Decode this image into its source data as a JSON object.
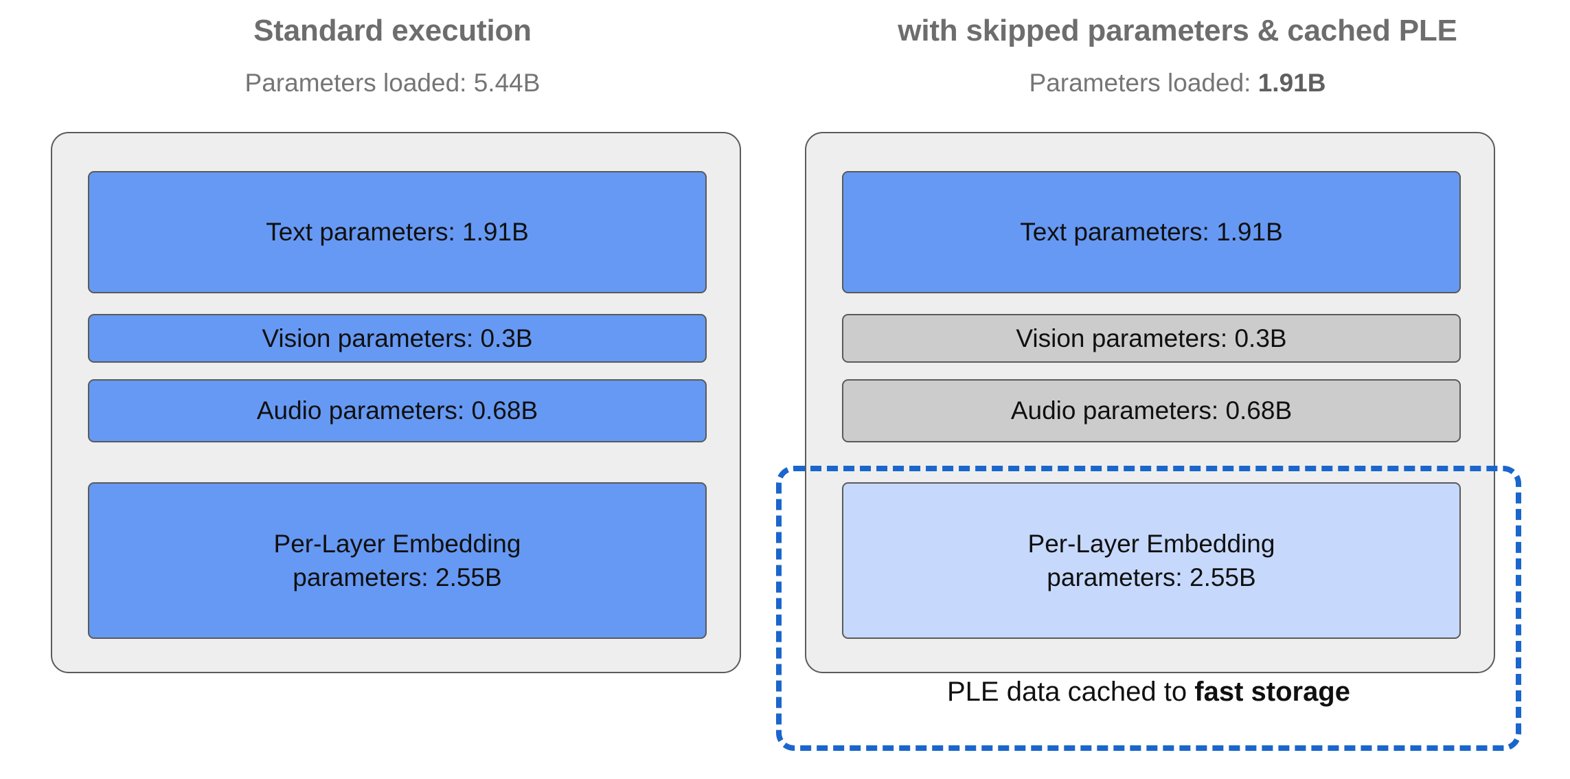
{
  "figure": {
    "caption_bottom": "PLE data cached to fast storage",
    "caption_bottom_prefix": "PLE data cached to ",
    "caption_bottom_strong": "fast storage"
  },
  "colors": {
    "active_block": "#6699f3",
    "skipped_block": "#cccccc",
    "cached_block": "#c6d9fc",
    "card_background": "#eeeeee",
    "card_border": "#5a5a5a",
    "dashed_highlight": "#1a66cc",
    "title_text": "#6d6d6d",
    "subtitle_text": "#757575"
  },
  "panels": [
    {
      "id": "standard-execution",
      "title": "Standard execution",
      "subtitle_prefix": "Parameters loaded: ",
      "subtitle_value": "5.44B",
      "blocks": [
        {
          "id": "text",
          "label": "Text parameters: 1.91B",
          "state": "loaded",
          "value": "1.91B"
        },
        {
          "id": "vision",
          "label": "Vision parameters: 0.3B",
          "state": "loaded",
          "value": "0.3B"
        },
        {
          "id": "audio",
          "label": "Audio parameters: 0.68B",
          "state": "loaded",
          "value": "0.68B"
        },
        {
          "id": "ple",
          "label_line1": "Per-Layer Embedding",
          "label_line2": "parameters: 2.55B",
          "state": "loaded",
          "value": "2.55B"
        }
      ]
    },
    {
      "id": "skipped-and-cached",
      "title": "with skipped parameters & cached PLE",
      "subtitle_prefix": "Parameters loaded: ",
      "subtitle_value": "1.91B",
      "blocks": [
        {
          "id": "text",
          "label": "Text parameters: 1.91B",
          "state": "loaded",
          "value": "1.91B"
        },
        {
          "id": "vision",
          "label": "Vision parameters: 0.3B",
          "state": "skipped",
          "value": "0.3B"
        },
        {
          "id": "audio",
          "label": "Audio parameters: 0.68B",
          "state": "skipped",
          "value": "0.68B"
        },
        {
          "id": "ple",
          "label_line1": "Per-Layer Embedding",
          "label_line2": "parameters: 2.55B",
          "state": "cached",
          "value": "2.55B"
        }
      ]
    }
  ]
}
